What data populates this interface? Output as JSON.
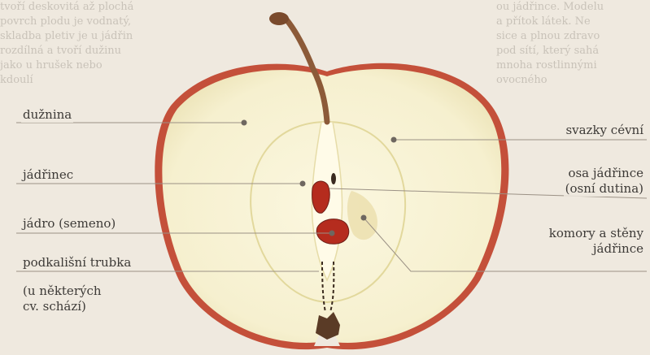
{
  "labels_left": [
    {
      "id": "duznina",
      "text": "dužnina"
    },
    {
      "id": "jadrinec",
      "text": "jádřinec"
    },
    {
      "id": "jadro",
      "text": "jádro (semeno)"
    },
    {
      "id": "trubka",
      "text": "podkališní trubka"
    },
    {
      "id": "trubka-note",
      "lines": [
        "(u některých",
        "cv. schází)"
      ]
    }
  ],
  "labels_right": [
    {
      "id": "svazky",
      "text": "svazky cévní"
    },
    {
      "id": "osa",
      "lines": [
        "osa jádřince",
        "(osní dutina)"
      ]
    },
    {
      "id": "komory",
      "lines": [
        "komory a stěny",
        "jádřince"
      ]
    }
  ],
  "colors": {
    "flesh": "#f6f0cf",
    "skin": "#c4503a",
    "seed": "#b52c1e",
    "stem": "#8c5a38",
    "leader_line": "#9b9185",
    "dot": "#6e6760"
  },
  "background_text": {
    "left": [
      "tvoří deskovitá až plochá",
      "povrch plodu je vodnatý,",
      "skladba pletiv je u jádřin",
      "rozdílná a tvoří dužinu",
      "jako u hrušek nebo",
      "kdoulí"
    ],
    "right": [
      "ou jádřince. Modelu",
      "a přítok látek. Ne",
      "sice a plnou zdravo",
      "pod sítí, který sahá",
      "mnoha rostlinnými",
      "ovocného"
    ]
  }
}
